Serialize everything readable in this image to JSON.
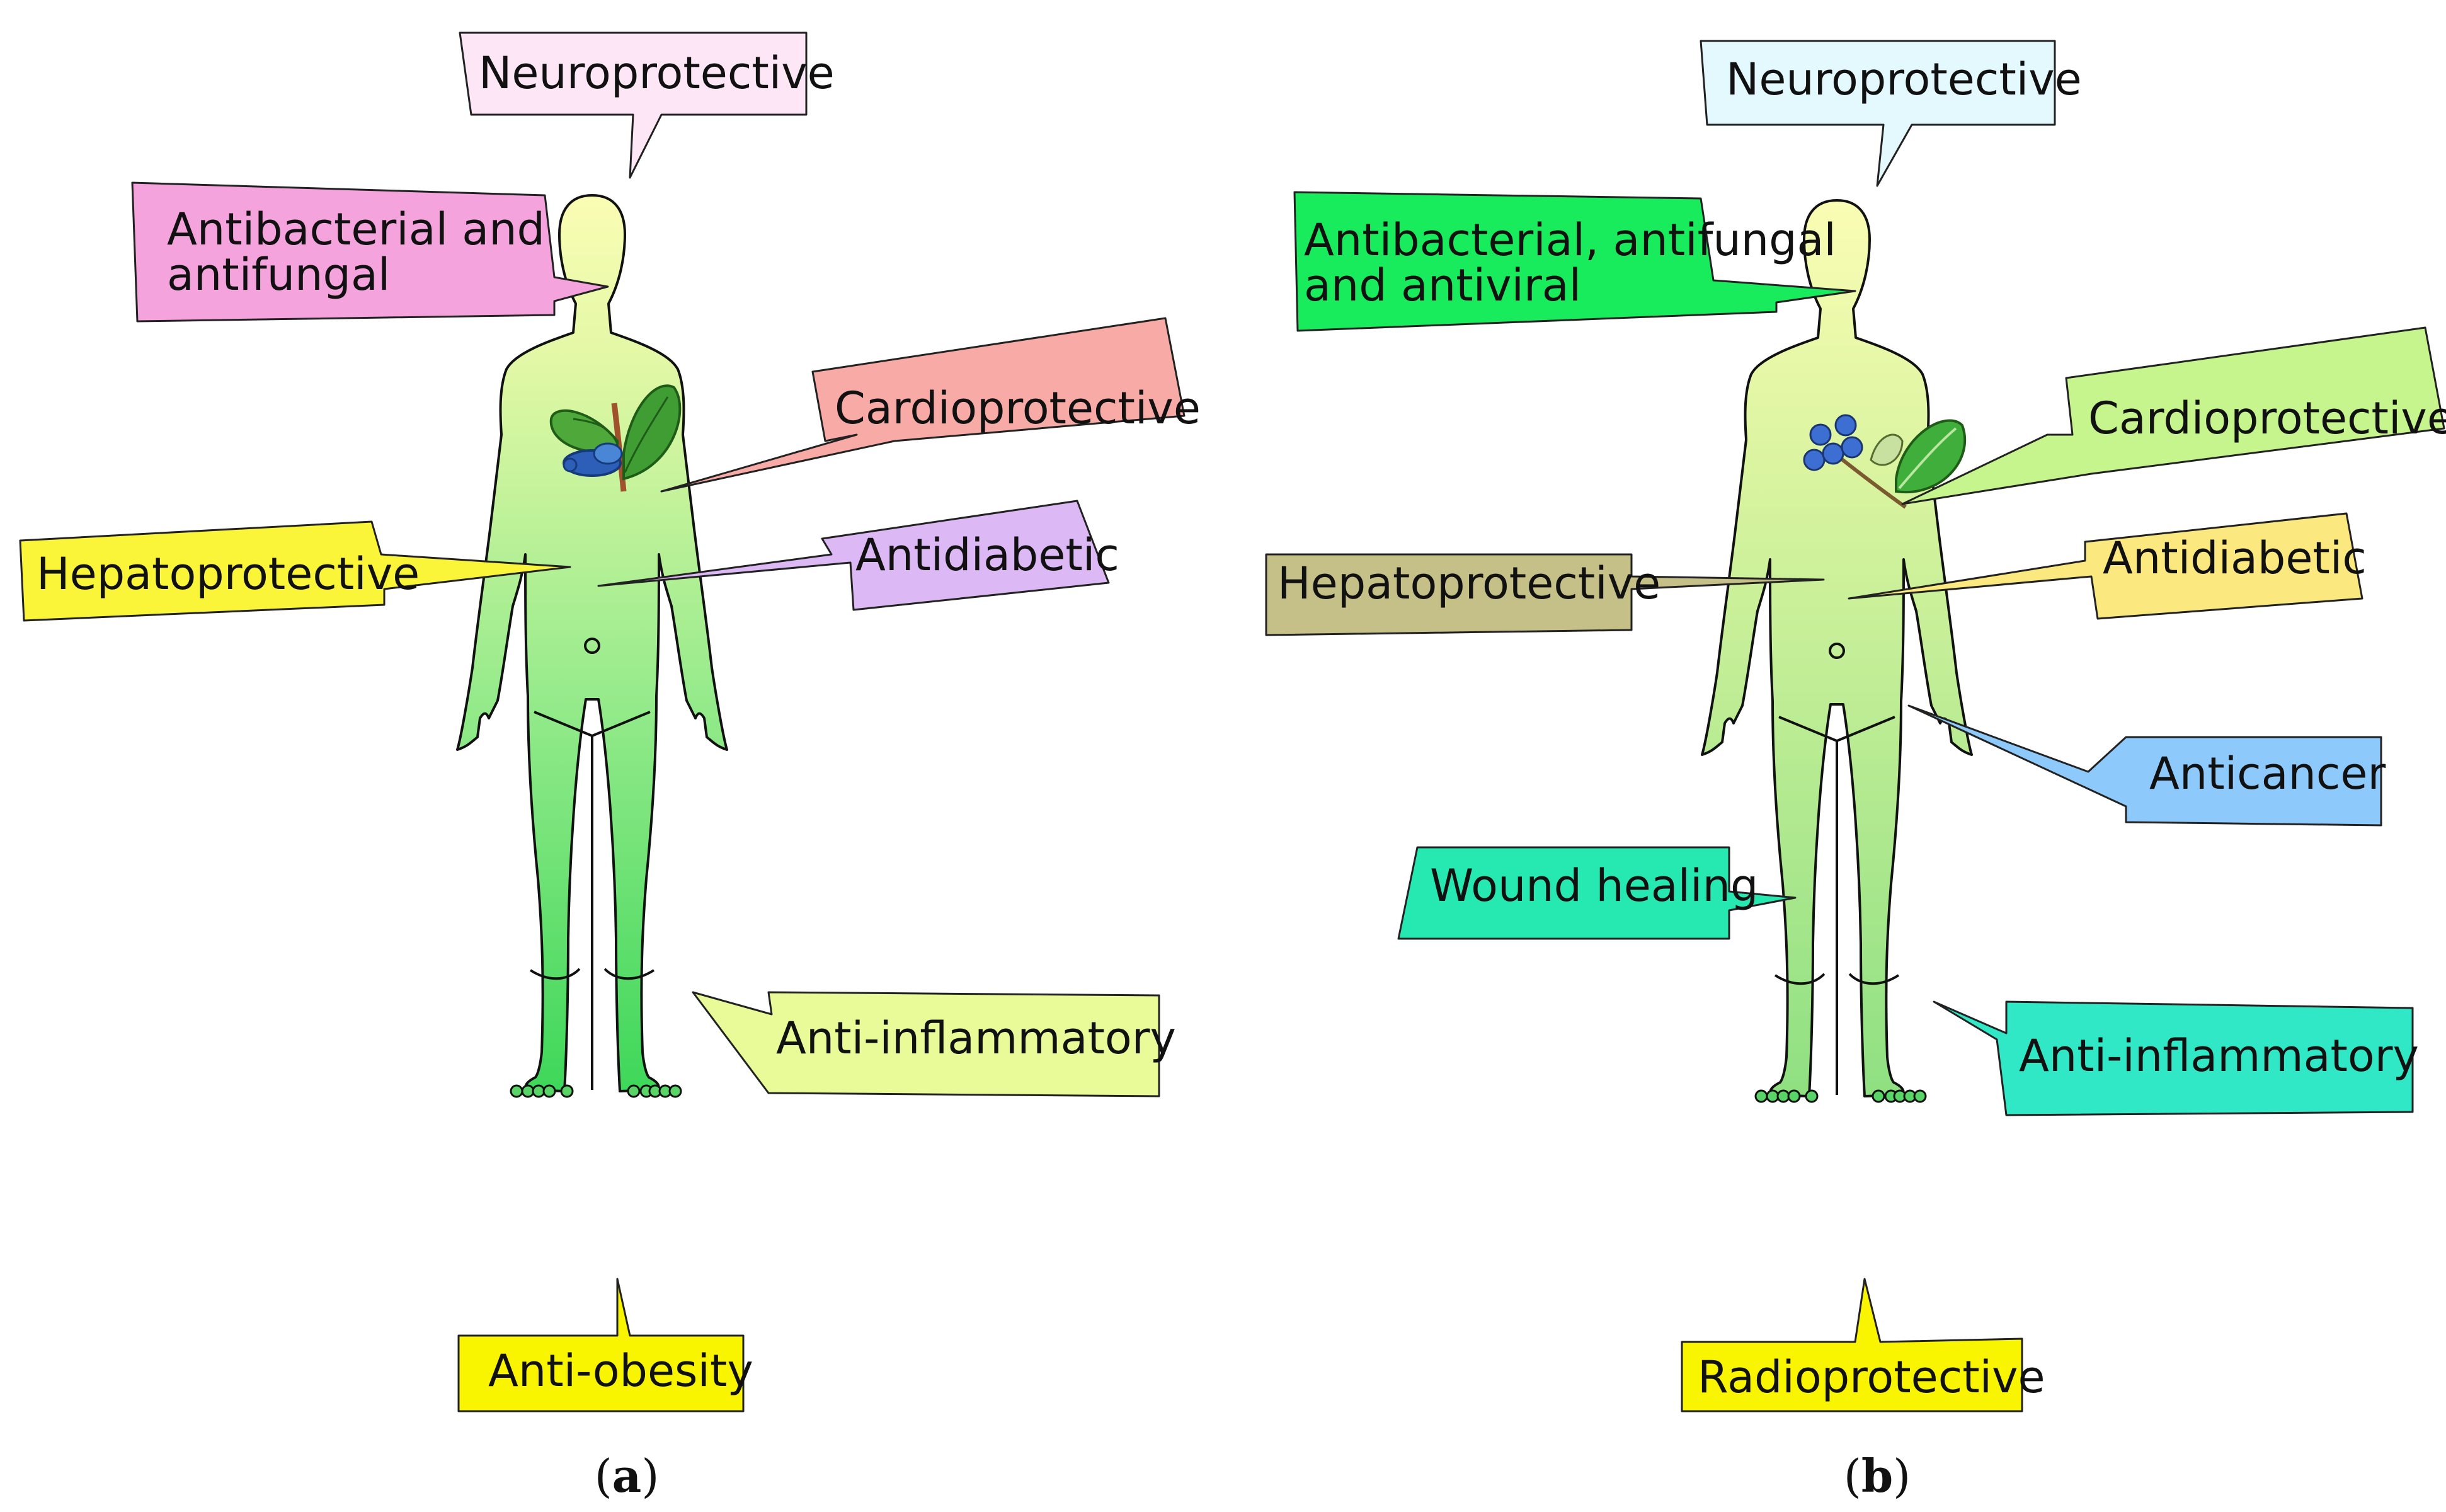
{
  "panels": [
    {
      "id": "a",
      "caption": {
        "open": "(",
        "letter": "a",
        "close": ")"
      },
      "plant": "honeysuckle-branch",
      "callouts": [
        {
          "id": "neuro",
          "lines": [
            "Neuroprotective"
          ],
          "color": "#fde6f5"
        },
        {
          "id": "antibac",
          "lines": [
            "Antibacterial and",
            "antifungal"
          ],
          "color": "#f5a3dc"
        },
        {
          "id": "cardio",
          "lines": [
            "Cardioprotective"
          ],
          "color": "#f7aaa6"
        },
        {
          "id": "hepato",
          "lines": [
            "Hepatoprotective"
          ],
          "color": "#fbf53a"
        },
        {
          "id": "antidia",
          "lines": [
            "Antidiabetic"
          ],
          "color": "#dcb8f4"
        },
        {
          "id": "antiinf",
          "lines": [
            "Anti-inflammatory"
          ],
          "color": "#e8fb98"
        },
        {
          "id": "obesity",
          "lines": [
            "Anti-obesity"
          ],
          "color": "#f9f400"
        }
      ]
    },
    {
      "id": "b",
      "caption": {
        "open": "(",
        "letter": "b",
        "close": ")"
      },
      "plant": "blueberry-branch",
      "callouts": [
        {
          "id": "neuro",
          "lines": [
            "Neuroprotective"
          ],
          "color": "#e4f9fd"
        },
        {
          "id": "antibac",
          "lines": [
            "Antibacterial, antifungal",
            "and antiviral"
          ],
          "color": "#19ec5c"
        },
        {
          "id": "cardio",
          "lines": [
            "Cardioprotective"
          ],
          "color": "#c6f58d"
        },
        {
          "id": "hepato",
          "lines": [
            "Hepatoprotective"
          ],
          "color": "#c4c088"
        },
        {
          "id": "antidia",
          "lines": [
            "Antidiabetic"
          ],
          "color": "#fbe97f"
        },
        {
          "id": "cancer",
          "lines": [
            "Anticancer"
          ],
          "color": "#8ec9fb"
        },
        {
          "id": "wound",
          "lines": [
            "Wound healing"
          ],
          "color": "#26e8b1"
        },
        {
          "id": "antiinf",
          "lines": [
            "Anti-inflammatory"
          ],
          "color": "#31e8c6"
        },
        {
          "id": "radio",
          "lines": [
            "Radioprotective"
          ],
          "color": "#f9f400"
        }
      ]
    }
  ]
}
